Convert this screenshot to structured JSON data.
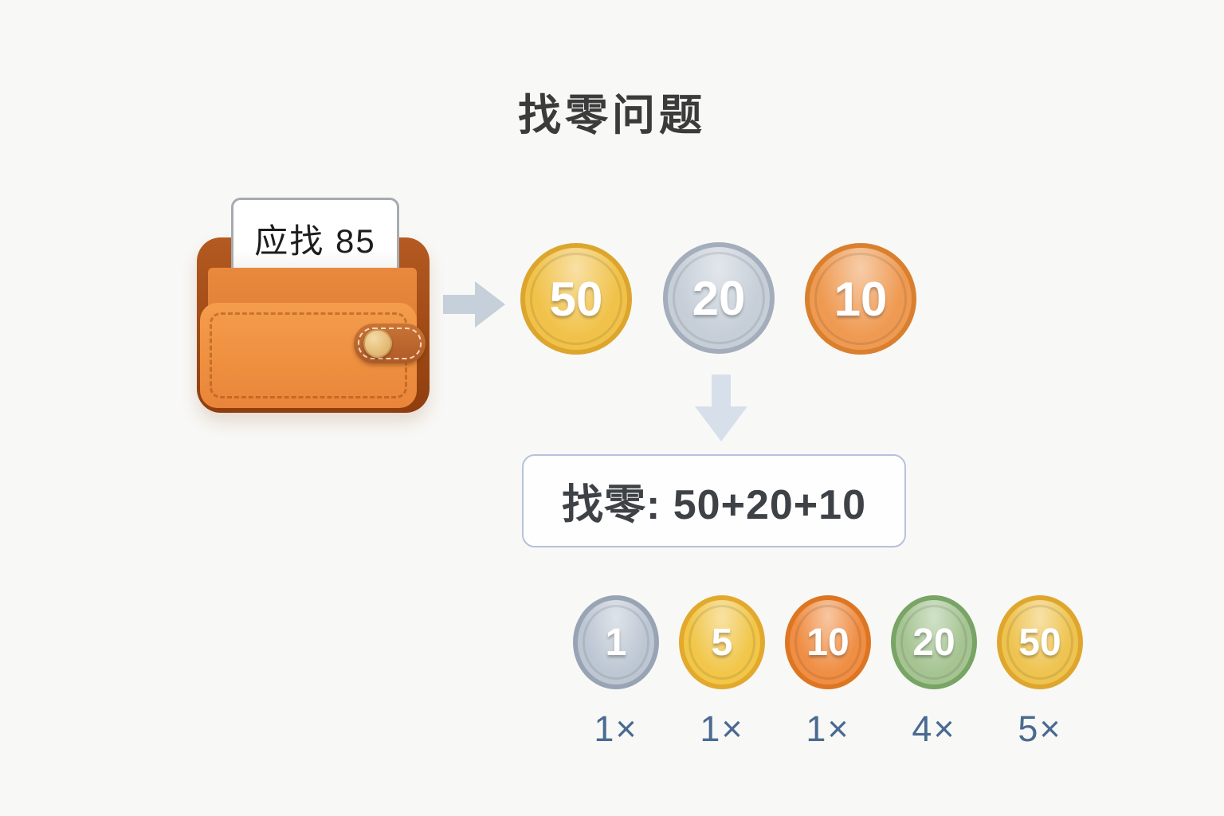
{
  "title": "找零问题",
  "wallet": {
    "receipt_label": "应找 85"
  },
  "change_coins": [
    {
      "label": "50",
      "fill": "#f1c24a",
      "border": "#dca62e"
    },
    {
      "label": "20",
      "fill": "#c6ced8",
      "border": "#a3adbb"
    },
    {
      "label": "10",
      "fill": "#ef9a52",
      "border": "#d9802f"
    }
  ],
  "result_label": "找零: 50+20+10",
  "denominations": [
    {
      "label": "1",
      "count": "1×",
      "fill": "#bdc7d3",
      "border": "#98a4b3"
    },
    {
      "label": "5",
      "count": "1×",
      "fill": "#f1c649",
      "border": "#e2a92d"
    },
    {
      "label": "10",
      "count": "1×",
      "fill": "#ef8e44",
      "border": "#dd7622"
    },
    {
      "label": "20",
      "count": "4×",
      "fill": "#a5c492",
      "border": "#78a465"
    },
    {
      "label": "50",
      "count": "5×",
      "fill": "#eec34f",
      "border": "#dfa62e"
    }
  ],
  "colors": {
    "title_text": "#3b3b3b",
    "count_text": "#4a6a92",
    "accent_border": "#b5c1dd",
    "arrow_right": "#c6d0da",
    "arrow_down": "#d7e0ea"
  }
}
